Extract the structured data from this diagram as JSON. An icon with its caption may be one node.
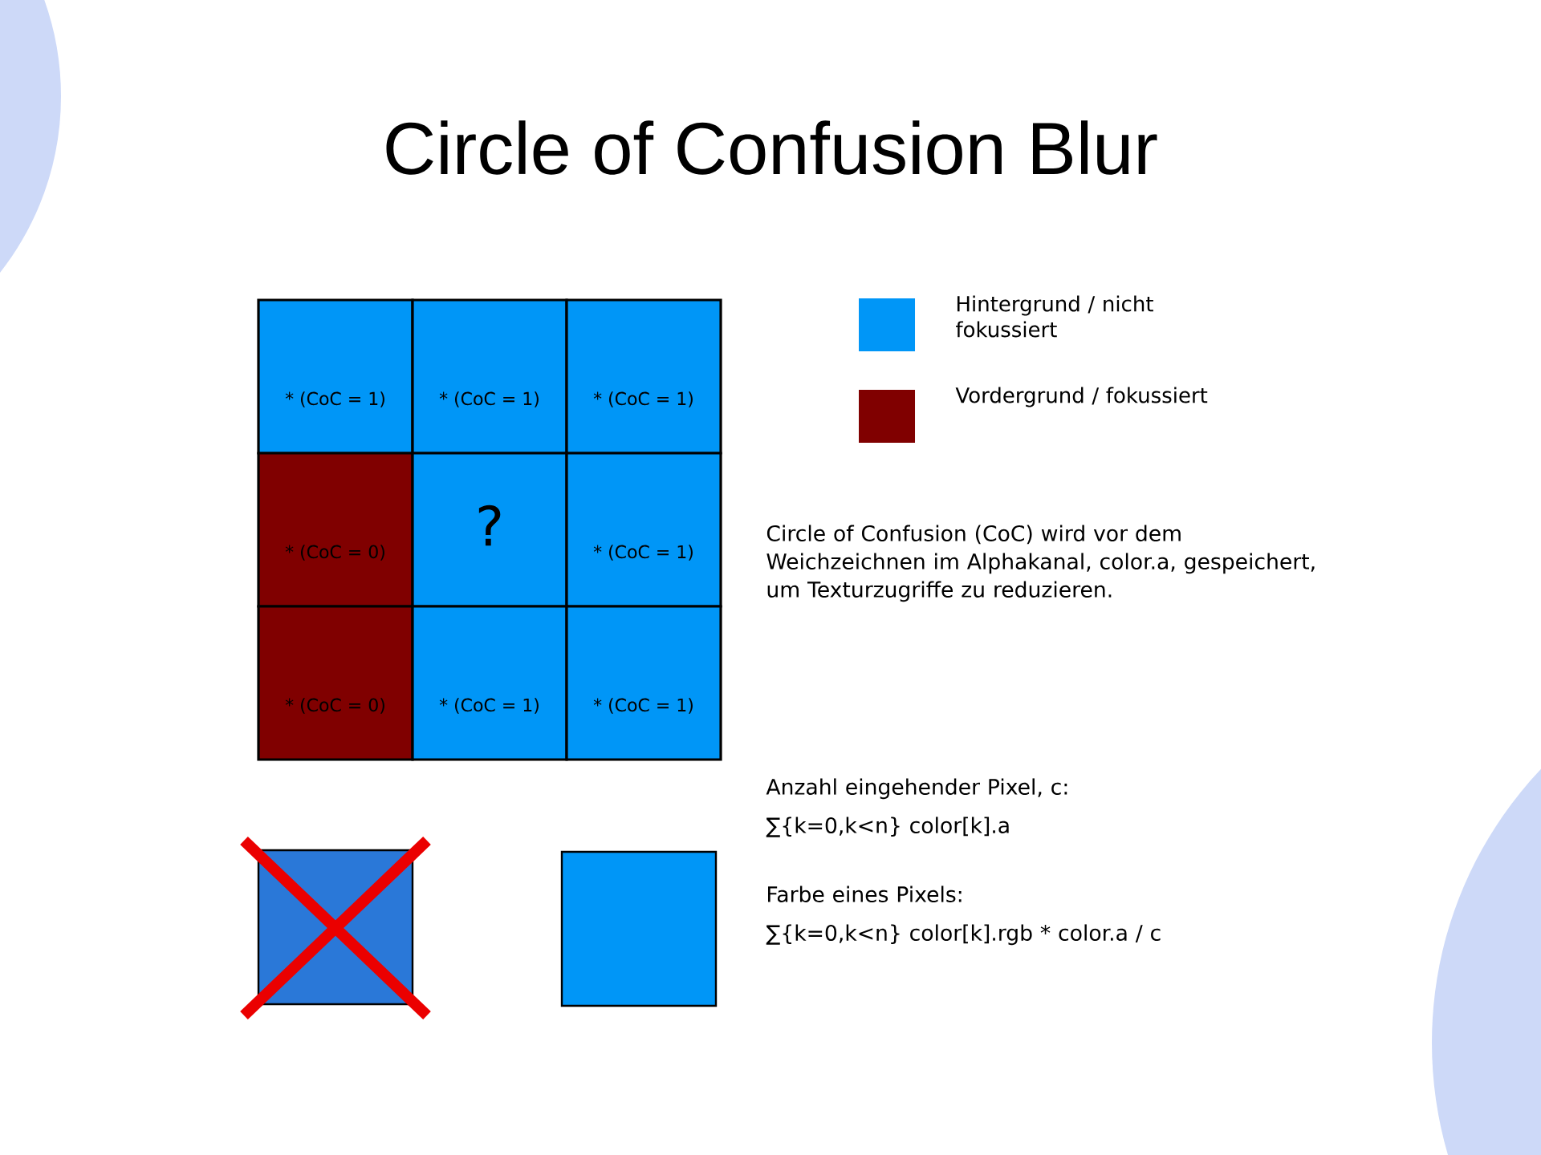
{
  "diagram": {
    "title": "Circle of Confusion Blur",
    "nodes": [
      {
        "text": [
          "* (CoC = 1)"
        ]
      },
      {
        "text": [
          "* (CoC = 1)"
        ]
      },
      {
        "text": [
          "* (CoC = 1)"
        ]
      },
      {
        "text": [
          "* (CoC = 0)"
        ]
      },
      {
        "text": [
          "?"
        ]
      },
      {
        "text": [
          "* (CoC = 1)"
        ]
      },
      {
        "text": [
          "* (CoC = 0)"
        ]
      },
      {
        "text": [
          "* (CoC = 1)"
        ]
      },
      {
        "text": [
          "* (CoC = 1)"
        ]
      },
      {
        "text": [],
        "shape": "box"
      },
      {
        "text": [],
        "shape": "box"
      }
    ],
    "labels": [
      "Circle of Confusion (CoC) wird vor dem Weichzeichnen im Alphakanal, color.a, gespeichert, um Texturzugriffe zu reduzieren.",
      "Anzahl eingehender Pixel, c:",
      "∑{k=0,k<n} color[k].a",
      "Farbe eines Pixels:",
      "∑{k=0,k<n} color[k].rgb * color.a / c"
    ],
    "legend": [
      {
        "text": "Hintergrund / nicht fokussiert",
        "color": "#0096f7"
      },
      {
        "text": "Vordergrund / fokussiert",
        "color": "#800000"
      }
    ]
  }
}
